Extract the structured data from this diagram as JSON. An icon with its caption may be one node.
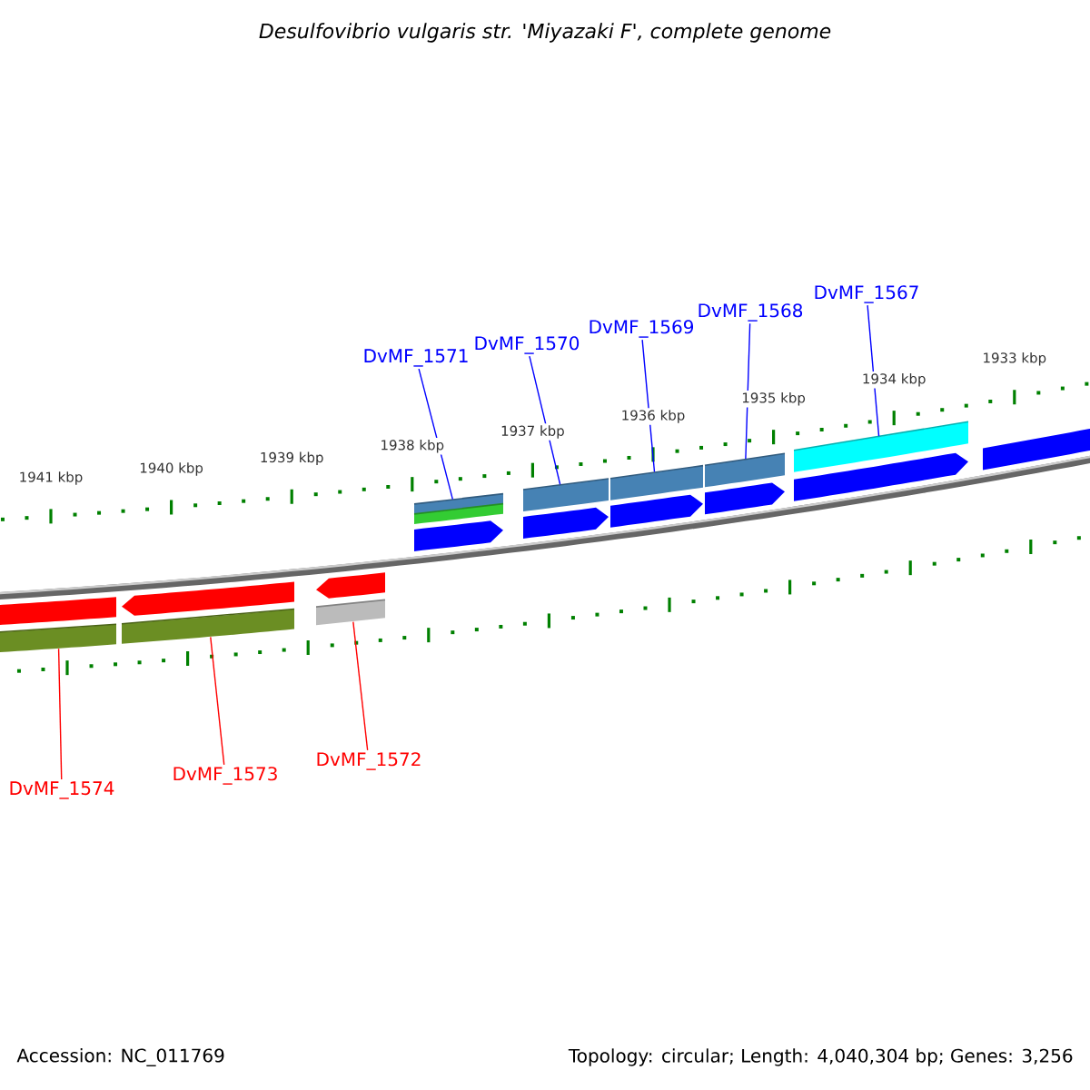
{
  "diagram": {
    "title": "Desulfovibrio vulgaris str. 'Miyazaki F', complete genome",
    "nodes": [
      {
        "text": [
          "DvMF_1571"
        ]
      },
      {
        "text": [
          "DvMF_1570"
        ]
      },
      {
        "text": [
          "DvMF_1569"
        ]
      },
      {
        "text": [
          "DvMF_1568"
        ]
      },
      {
        "text": [
          "DvMF_1567"
        ]
      },
      {
        "text": [
          "DvMF_1574"
        ]
      },
      {
        "text": [
          "DvMF_1573"
        ]
      },
      {
        "text": [
          "DvMF_1572"
        ]
      },
      {
        "text": [],
        "shape": "bar"
      },
      {
        "text": [],
        "shape": "bar"
      },
      {
        "text": [],
        "shape": "bar"
      },
      {
        "text": [],
        "shape": "bar"
      },
      {
        "text": [],
        "shape": "bar"
      },
      {
        "text": [],
        "shape": "bar"
      },
      {
        "text": [],
        "shape": "bar"
      },
      {
        "text": [],
        "shape": "bar"
      },
      {
        "text": [],
        "shape": "bar"
      }
    ],
    "edges": [
      {
        "from": 0,
        "to": 8,
        "arrow": "none"
      },
      {
        "from": 1,
        "to": 9,
        "arrow": "none"
      },
      {
        "from": 2,
        "to": 10,
        "arrow": "none"
      },
      {
        "from": 3,
        "to": 11,
        "arrow": "none"
      },
      {
        "from": 4,
        "to": 12,
        "arrow": "none"
      },
      {
        "from": 5,
        "to": 14,
        "arrow": "none",
        "color": "#ff0000"
      },
      {
        "from": 6,
        "to": 15,
        "arrow": "none",
        "color": "#ff0000"
      },
      {
        "from": 7,
        "to": 16,
        "arrow": "none",
        "color": "#ff0000"
      }
    ],
    "labels": [
      "1941 kbp",
      "1940 kbp",
      "1939 kbp",
      "1938 kbp",
      "1937 kbp",
      "1936 kbp",
      "1935 kbp",
      "1934 kbp",
      "1933 kbp",
      "Accession: NC_011769",
      "Topology: circular; Length: 4,040,304 bp; Genes: 3,256"
    ]
  }
}
